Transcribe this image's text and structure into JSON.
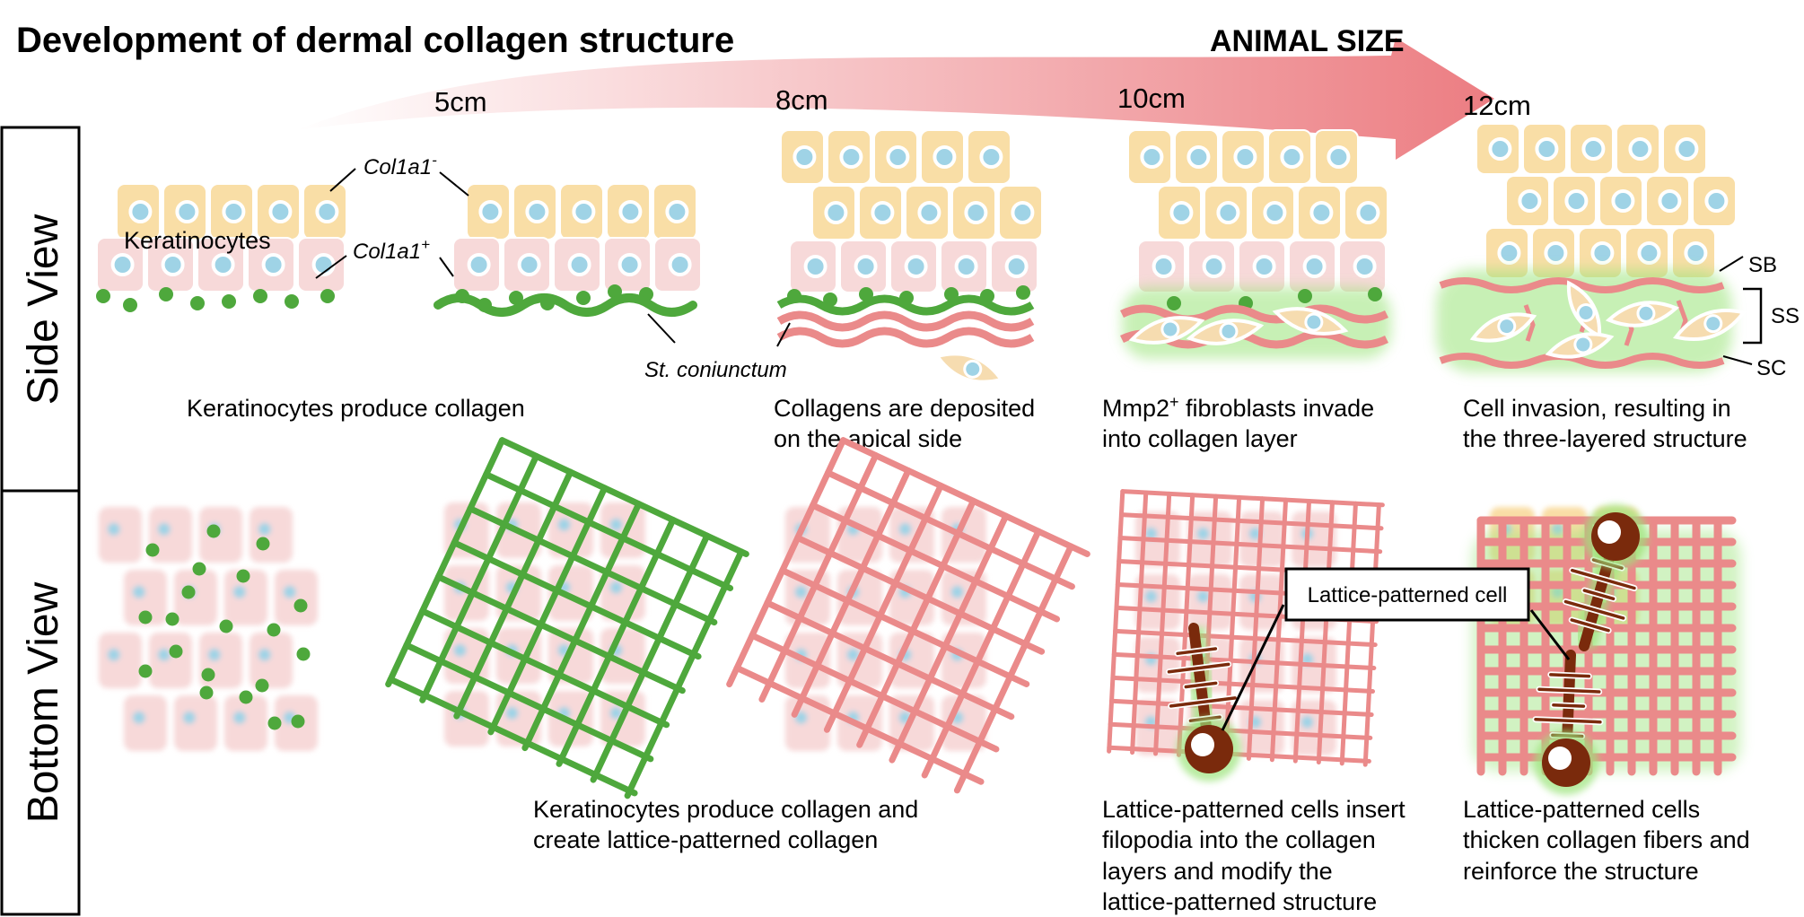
{
  "title": "Development of dermal collagen structure",
  "arrow_label": "ANIMAL SIZE",
  "sizes": [
    "5cm",
    "8cm",
    "10cm",
    "12cm"
  ],
  "row_labels": {
    "side": "Side View",
    "bottom": "Bottom View"
  },
  "labels": {
    "col_minus_base": "Col1a1",
    "col_minus_sup": "-",
    "col_plus_base": "Col1a1",
    "col_plus_sup": "+",
    "keratinocytes": "Keratinocytes",
    "st_coniunctum": "St. coniunctum",
    "sb": "SB",
    "ss": "SS",
    "sc": "SC",
    "lattice_cell": "Lattice-patterned cell"
  },
  "captions": {
    "side_1": [
      "Keratinocytes produce collagen"
    ],
    "side_2": [
      "Collagens are deposited",
      "on the apical side"
    ],
    "side_3_pre": "Mmp2",
    "side_3_sup": "+",
    "side_3_post": " fibroblasts invade",
    "side_3_l2": "into collagen layer",
    "side_4": [
      "Cell invasion, resulting in",
      "the three-layered structure"
    ],
    "bottom_1": [
      "Keratinocytes produce collagen and",
      "create lattice-patterned collagen"
    ],
    "bottom_2": [
      "Lattice-patterned cells insert",
      "filopodia into the collagen",
      "layers and modify the",
      "lattice-patterned structure"
    ],
    "bottom_3": [
      "Lattice-patterned cells",
      "thicken collagen fibers and",
      "reinforce the structure"
    ]
  },
  "colors": {
    "keratinocyte": "#f9dea6",
    "basal_cell": "#f7d9d9",
    "nucleus": "#9fd3e6",
    "collagen_green": "#4ea83c",
    "collagen_pink": "#ea8a8a",
    "fibroblast": "#f6dcb0",
    "lattice_cell": "#7a2a0c",
    "glow": "#9be47a",
    "arrow": "#ec7d82"
  }
}
